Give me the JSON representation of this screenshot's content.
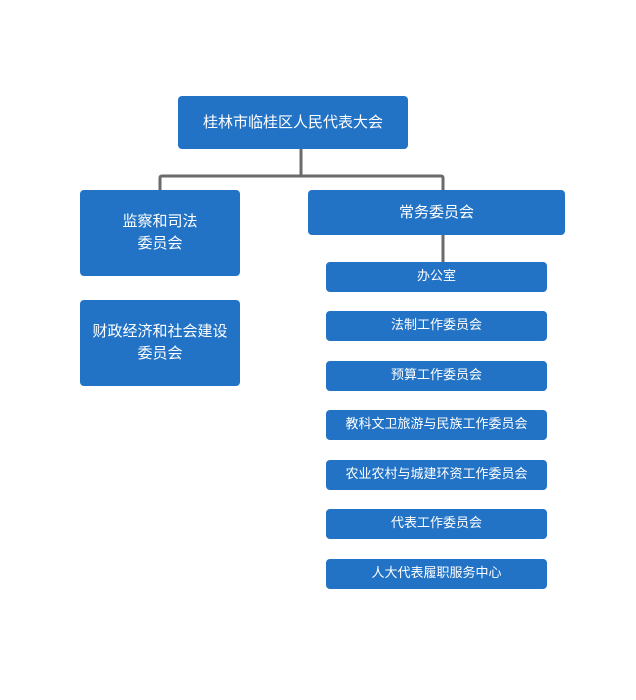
{
  "root": {
    "label": "桂林市临桂区人民代表大会"
  },
  "left_committees": [
    {
      "line1": "监察和司法",
      "line2": "委员会"
    },
    {
      "line1": "财政经济和社会建设",
      "line2": "委员会"
    }
  ],
  "standing": {
    "label": "常务委员会"
  },
  "standing_subunits": [
    "办公室",
    "法制工作委员会",
    "预算工作委员会",
    "教科文卫旅游与民族工作委员会",
    "农业农村与城建环资工作委员会",
    "代表工作委员会",
    "人大代表履职服务中心"
  ],
  "colors": {
    "box_fill": "#2273c6",
    "box_text": "#ffffff",
    "connector": "#6b6b6b"
  }
}
